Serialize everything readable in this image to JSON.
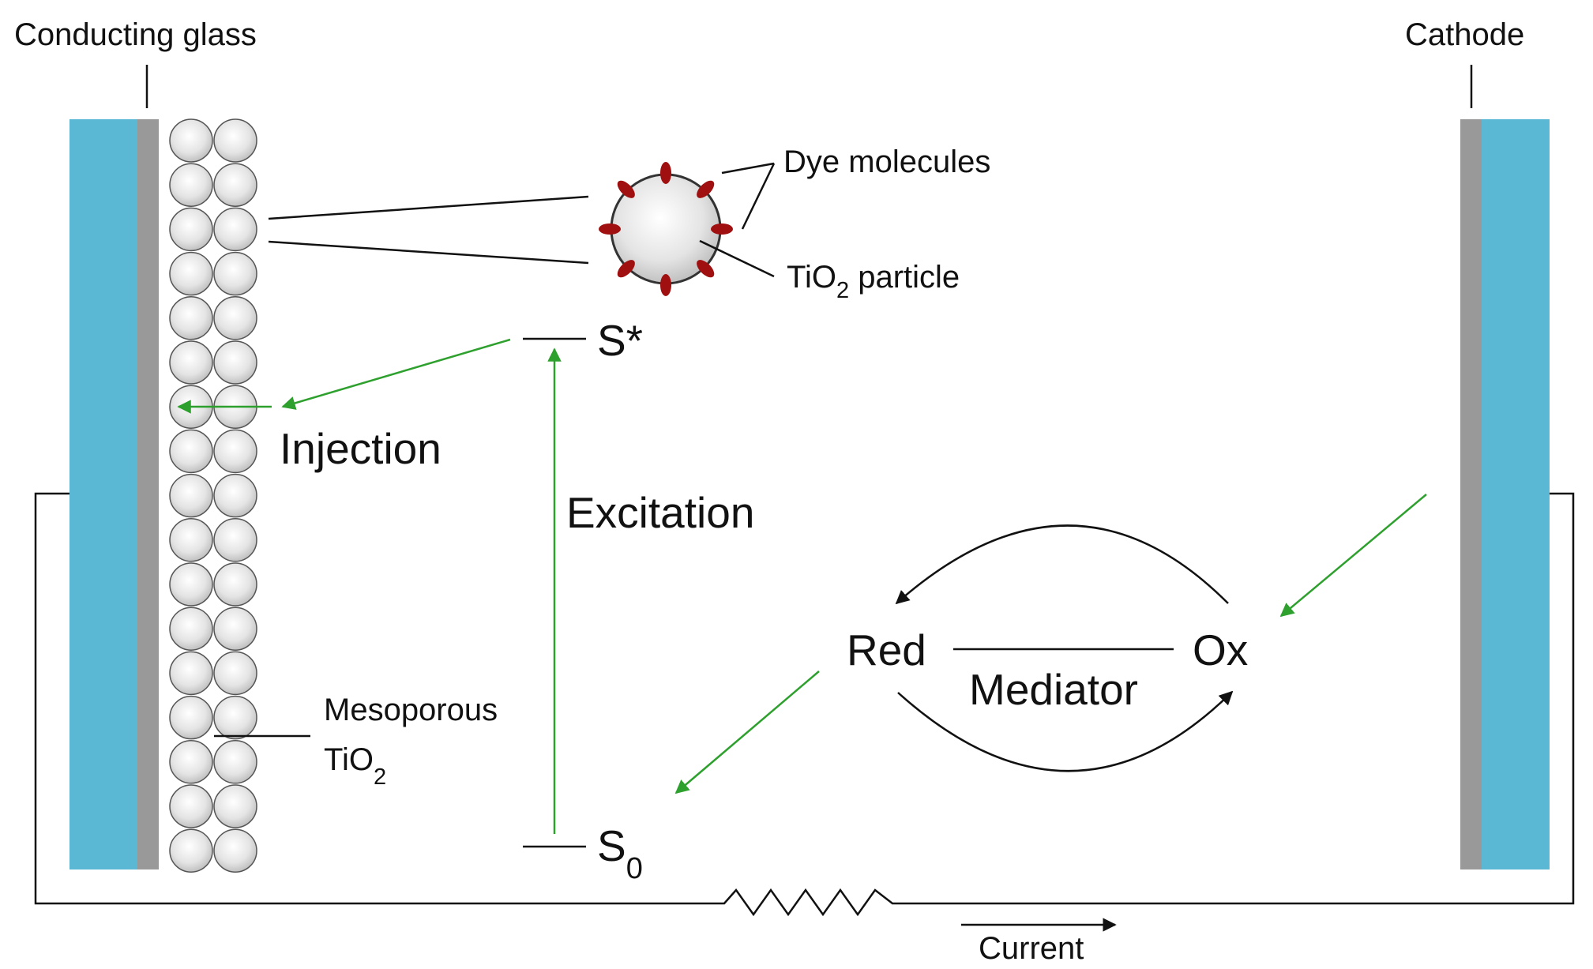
{
  "labels": {
    "conducting_glass": "Conducting glass",
    "cathode": "Cathode",
    "dye_molecules": "Dye molecules",
    "tio2_particle_prefix": "TiO",
    "tio2_particle_sub": "2",
    "tio2_particle_suffix": " particle",
    "s_star": "S*",
    "injection": "Injection",
    "excitation": "Excitation",
    "mesoporous": "Mesoporous",
    "tio2_prefix": "TiO",
    "tio2_sub": "2",
    "s0_main": "S",
    "s0_sub": "0",
    "red": "Red",
    "ox": "Ox",
    "mediator": "Mediator",
    "current": "Current"
  },
  "colors": {
    "glass": "#5bb8d4",
    "conductor": "#999999",
    "sphere_fill": "#e8e8e8",
    "dye": "#a01010",
    "flow_arrow": "#2ea02e",
    "line": "#111111"
  }
}
